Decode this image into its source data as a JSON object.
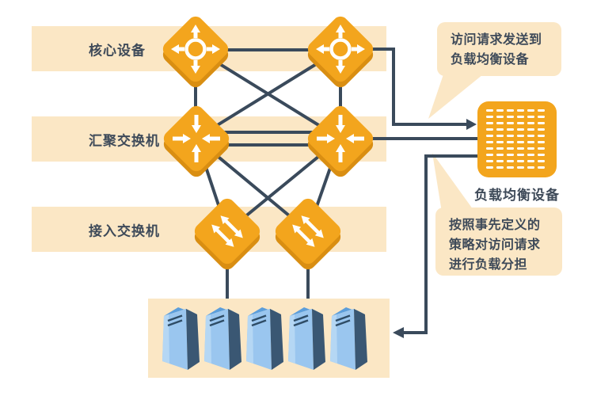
{
  "bands": [
    {
      "label": "核心设备"
    },
    {
      "label": "汇聚交换机"
    },
    {
      "label": "接入交换机"
    }
  ],
  "load_balancer": {
    "label": "负载均衡设备"
  },
  "callouts": {
    "top": {
      "lines": [
        "访问请求发送到",
        "负载均衡设备"
      ]
    },
    "bottom": {
      "lines": [
        "按照事先定义的",
        "策略对访问请求",
        "进行负载分担"
      ]
    }
  },
  "servers": {
    "count": 5
  },
  "colors": {
    "orange": "#F3A51D",
    "orange-dark": "#D98E12",
    "peach": "#FBE7C5",
    "line": "#3A4A5B",
    "text": "#3E4A59",
    "server-front": "#9AC6EF",
    "server-front-light": "#B5D7F4",
    "server-side": "#3A5773",
    "server-top": "#5C9EDB",
    "server-slit": "#2E4C66"
  }
}
